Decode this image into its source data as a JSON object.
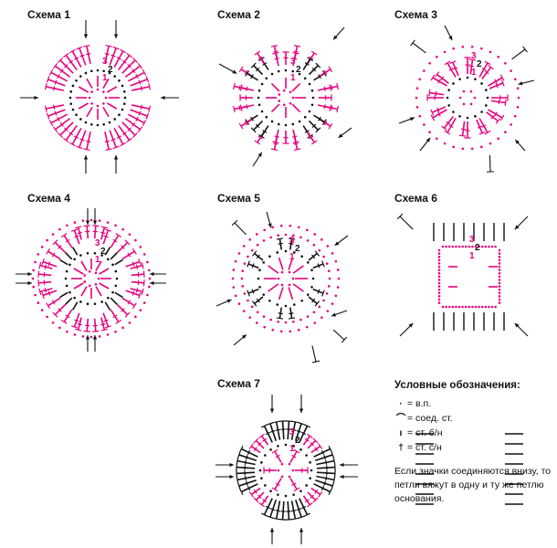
{
  "titles": [
    "Схема 1",
    "Схема 2",
    "Схема 3",
    "Схема 4",
    "Схема 5",
    "Схема 6",
    "Схема 7"
  ],
  "labels": [
    "1",
    "2",
    "3"
  ],
  "colors": {
    "pink": "#e6007e",
    "black": "#111111"
  },
  "legend": {
    "title": "Условные обозначения:",
    "items": [
      {
        "symbol": "·",
        "text": "= в.п."
      },
      {
        "symbol": "⌒",
        "text": "= соед. ст."
      },
      {
        "symbol": "ı",
        "text": "= ст. б/н"
      },
      {
        "symbol": "†",
        "text": "= ст. с/н"
      }
    ],
    "note": "Если значки соединяются внизу, то петли вяжут в одну и ту же петлю основания."
  }
}
